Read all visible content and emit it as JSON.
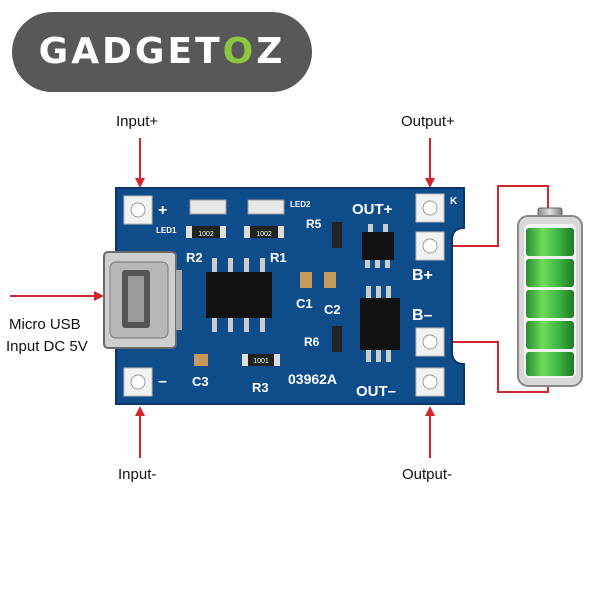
{
  "brand": {
    "prefix": "GADGET",
    "accent": "O",
    "suffix": "Z",
    "accent_color": "#8cc63f"
  },
  "labels": {
    "input_plus": "Input+",
    "output_plus": "Output+",
    "input_minus": "Input-",
    "output_minus": "Output-",
    "micro_usb_line1": "Micro USB",
    "micro_usb_line2": "Input DC 5V"
  },
  "board": {
    "plus": "+",
    "minus": "–",
    "led1": "LED1",
    "led2": "LED2",
    "r2": "R2",
    "r1": "R1",
    "r5": "R5",
    "r6": "R6",
    "r3": "R3",
    "c1": "C1",
    "c2": "C2",
    "c3": "C3",
    "out_plus": "OUT+",
    "out_minus": "OUT–",
    "b_plus": "B+",
    "b_minus": "B–",
    "part_code": "03962A",
    "k_mark": "K",
    "res_code": "1002",
    "res_code2": "1001"
  },
  "colors": {
    "board": "#0f4c8a",
    "arrow": "#d0262c",
    "battery": "#3cb043"
  },
  "icons": {
    "battery": "battery-icon",
    "usb": "usb-port-icon"
  }
}
